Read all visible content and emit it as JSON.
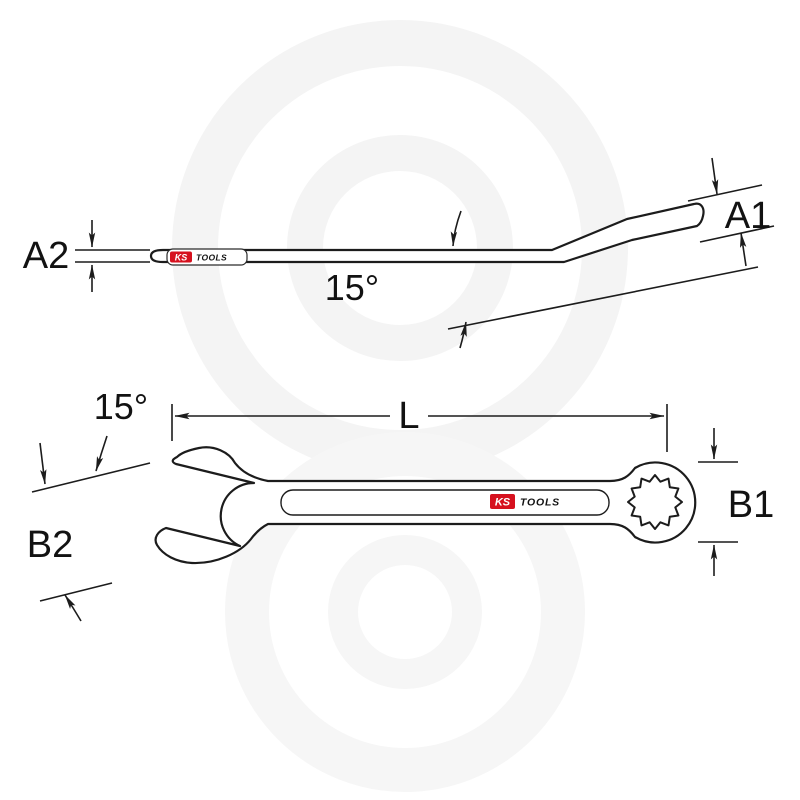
{
  "diagram": {
    "title": "combination-wrench-dimension-drawing"
  },
  "brand": {
    "ks": "KS",
    "tools": "TOOLS",
    "red_hex": "#d6111e",
    "text_hex": "#3d4543"
  },
  "side_view": {
    "label_a2": "A2",
    "label_a1": "A1",
    "label_angle": "15°"
  },
  "top_view": {
    "label_length": "L",
    "label_b1": "B1",
    "label_b2": "B2",
    "label_angle": "15°"
  },
  "colors": {
    "line_hex": "#1c1c1c",
    "watermark_hex": "#f4f4f4"
  }
}
